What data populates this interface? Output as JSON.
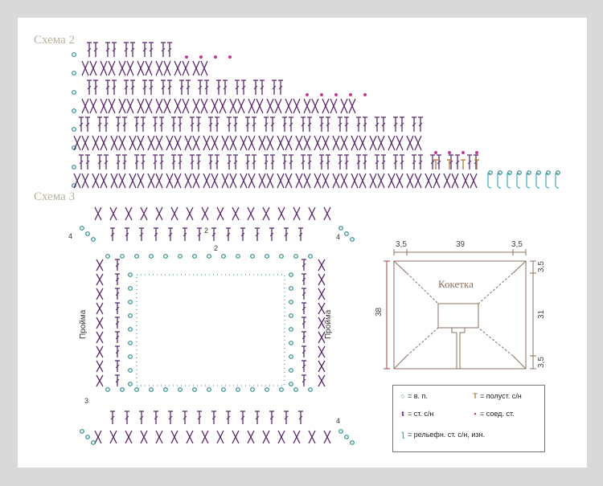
{
  "scheme2": {
    "title": "Схема 2"
  },
  "scheme3": {
    "title": "Схема 3",
    "side_label": "Пройма",
    "numbers": [
      "4",
      "4",
      "2",
      "2",
      "3",
      "4"
    ]
  },
  "yoke": {
    "label": "Кокетка",
    "dim_top_left": "3,5",
    "dim_top_mid": "39",
    "dim_top_right": "3,5",
    "dim_left": "38",
    "dim_right_top": "3,5",
    "dim_right_mid": "31",
    "dim_right_bottom": "3,5"
  },
  "legend": {
    "chain": "= в. п.",
    "half_dc": "= полуст. с/н",
    "dc": "= ст. с/н",
    "slip": "= соед. ст.",
    "relief": "= рельефн. ст. с/н, изн."
  },
  "colors": {
    "purple": "#5b2a6e",
    "teal": "#2a8a8a",
    "pink": "#c2398f",
    "orange": "#b07a3a",
    "cyan": "#3aaec4",
    "dimension": "#8a7060"
  }
}
